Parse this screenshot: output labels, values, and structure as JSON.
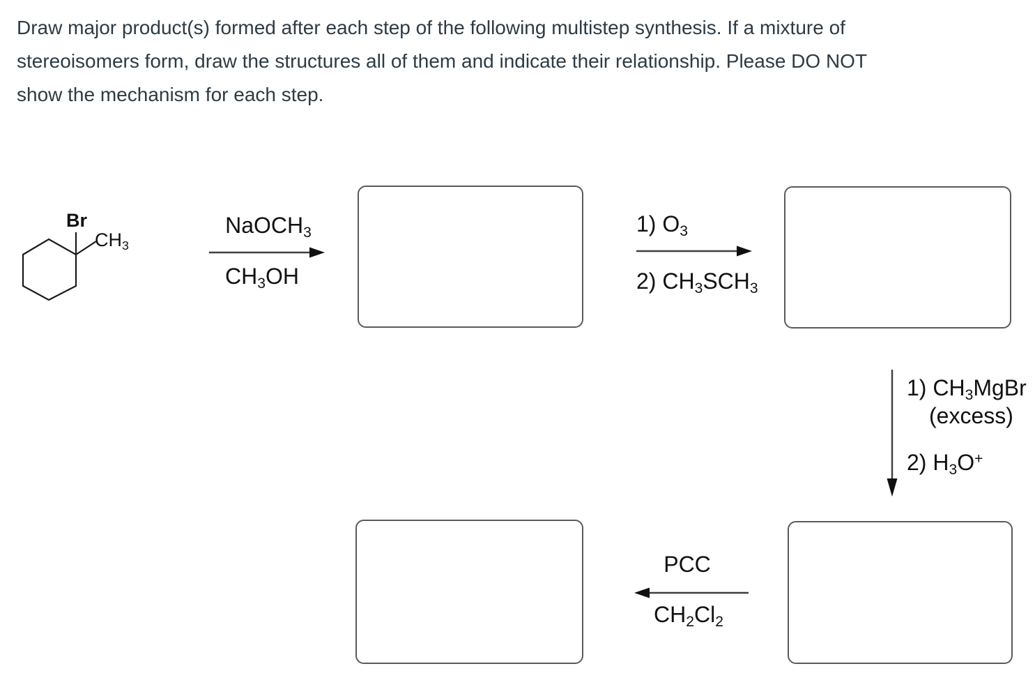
{
  "instructions": {
    "lines": [
      "Draw major product(s) formed after each step of the following multistep synthesis. If a mixture of",
      "stereoisomers form, draw the structures all of them and indicate their relationship.  Please DO NOT",
      "show the mechanism for each step."
    ]
  },
  "colors": {
    "instruction_text": "#2d3b45",
    "chem_text": "#111111",
    "bond_stroke": "#1a1a1a",
    "arrow_stroke": "#3f3f3f",
    "box_border": "#5a5a5a"
  },
  "start_material": {
    "ring_label": "cyclohexane-ring",
    "substituents": {
      "bromine": [
        {
          "t": "Br"
        }
      ],
      "methyl": [
        {
          "t": "CH"
        },
        {
          "t": "3",
          "sub": true
        }
      ]
    }
  },
  "steps": [
    {
      "direction": "right",
      "above": [
        {
          "t": "NaOCH"
        },
        {
          "t": "3",
          "sub": true
        }
      ],
      "below": [
        {
          "t": "CH"
        },
        {
          "t": "3",
          "sub": true
        },
        {
          "t": "OH"
        }
      ]
    },
    {
      "direction": "right",
      "above": [
        {
          "t": "1) O"
        },
        {
          "t": "3",
          "sub": true
        }
      ],
      "below": [
        {
          "t": "2) CH"
        },
        {
          "t": "3",
          "sub": true
        },
        {
          "t": "SCH"
        },
        {
          "t": "3",
          "sub": true
        }
      ]
    },
    {
      "direction": "down",
      "line1": [
        {
          "t": "1) CH"
        },
        {
          "t": "3",
          "sub": true
        },
        {
          "t": "MgBr"
        }
      ],
      "line2": [
        {
          "t": "(excess)"
        }
      ],
      "line3": [
        {
          "t": "2) H"
        },
        {
          "t": "3",
          "sub": true
        },
        {
          "t": "O"
        },
        {
          "t": "+",
          "sup": true
        }
      ]
    },
    {
      "direction": "left",
      "above": [
        {
          "t": "PCC"
        }
      ],
      "below": [
        {
          "t": "CH"
        },
        {
          "t": "2",
          "sub": true
        },
        {
          "t": "Cl"
        },
        {
          "t": "2",
          "sub": true
        }
      ]
    }
  ],
  "product_boxes": [
    {
      "label": "product-box-1"
    },
    {
      "label": "product-box-2"
    },
    {
      "label": "product-box-3"
    },
    {
      "label": "product-box-4"
    }
  ]
}
